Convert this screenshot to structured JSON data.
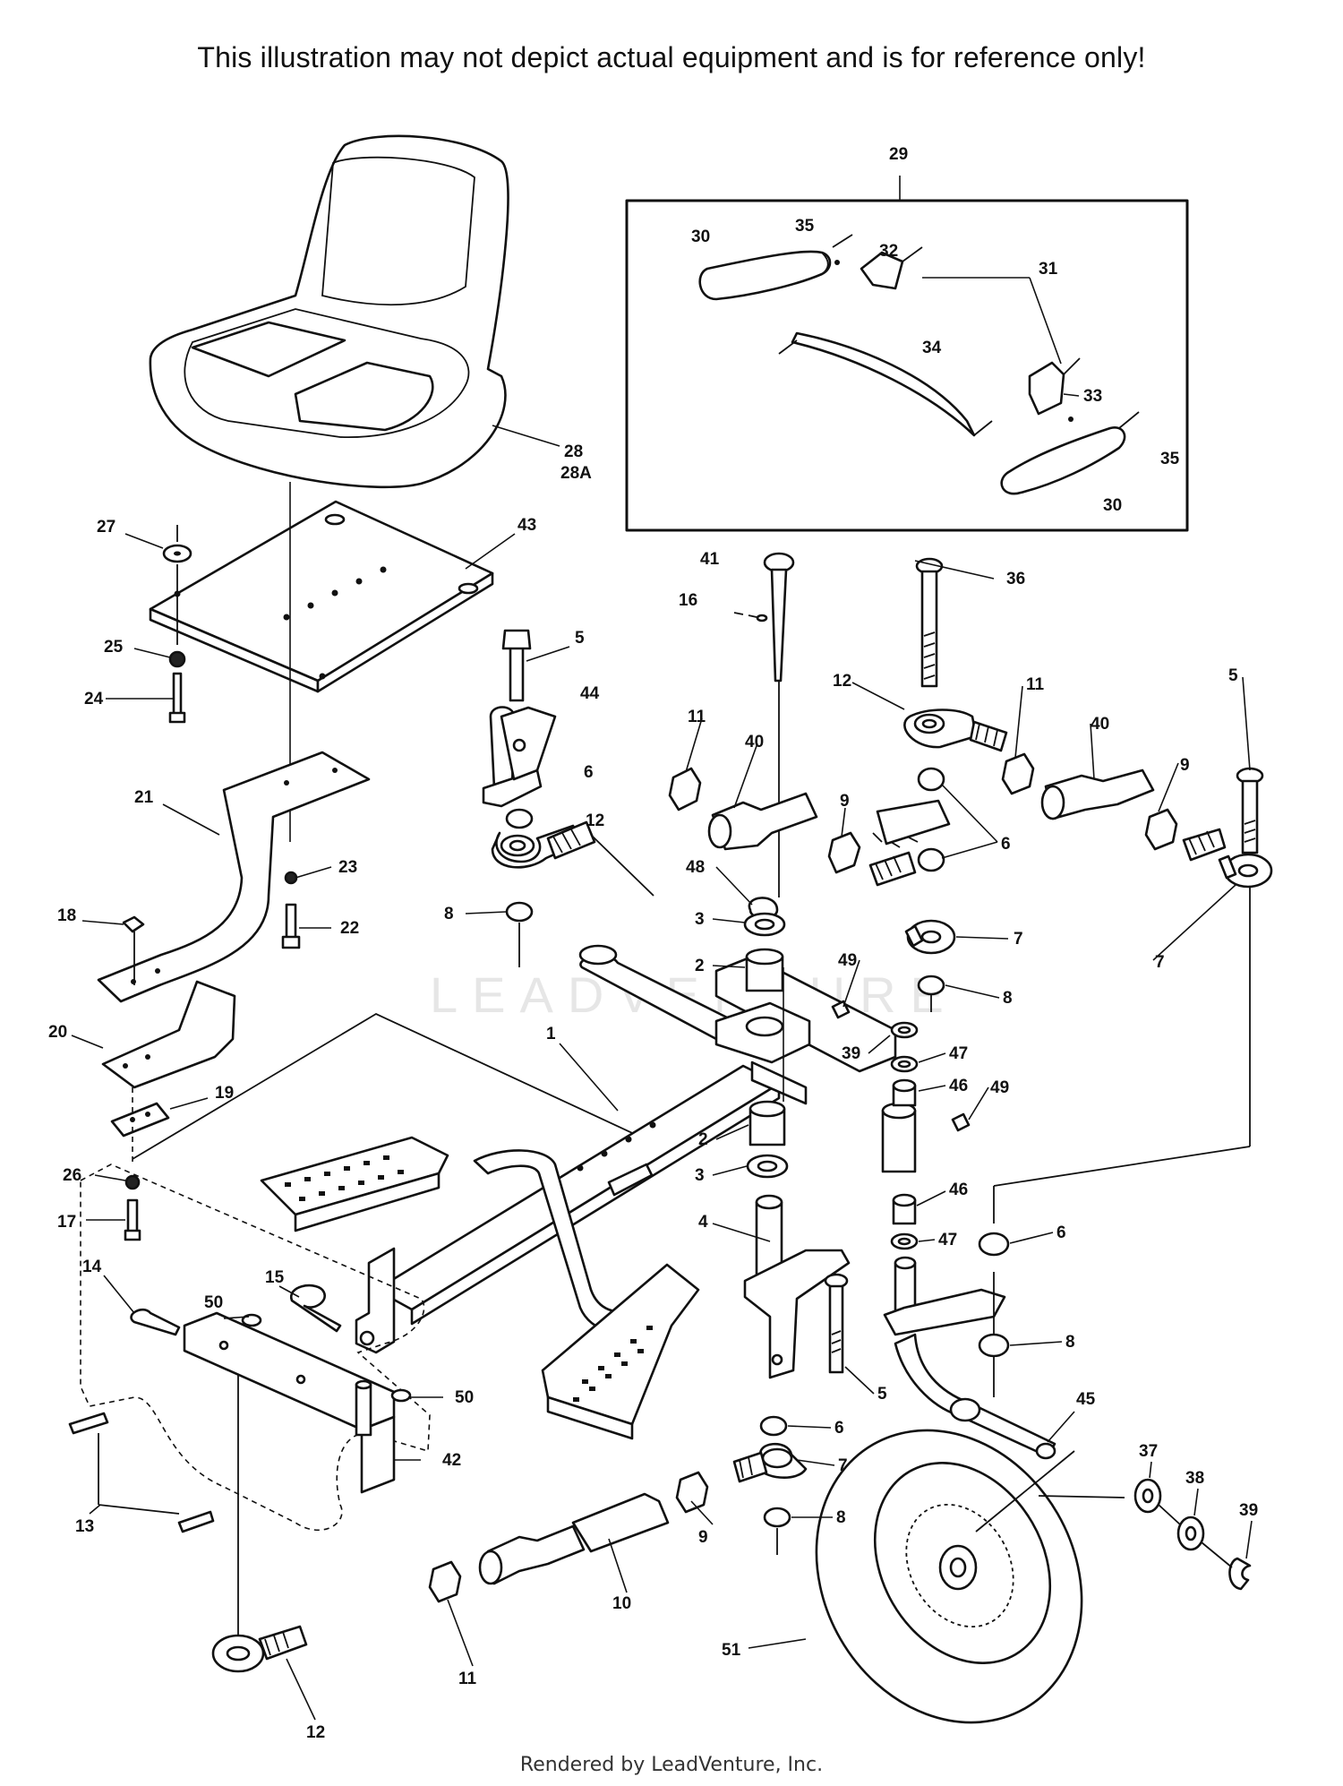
{
  "header": {
    "notice": "This illustration may not depict actual equipment and is for reference only!"
  },
  "footer": {
    "credit": "Rendered by LeadVenture, Inc."
  },
  "watermark": {
    "text": "LEADVENTURE"
  },
  "colors": {
    "line": "#111111",
    "background": "#ffffff",
    "watermark": "#e6e6e6"
  },
  "callouts": [
    {
      "id": "c29",
      "text": "29"
    },
    {
      "id": "c30a",
      "text": "30"
    },
    {
      "id": "c35a",
      "text": "35"
    },
    {
      "id": "c32",
      "text": "32"
    },
    {
      "id": "c31",
      "text": "31"
    },
    {
      "id": "c34",
      "text": "34"
    },
    {
      "id": "c33",
      "text": "33"
    },
    {
      "id": "c35b",
      "text": "35"
    },
    {
      "id": "c30b",
      "text": "30"
    },
    {
      "id": "c28",
      "text": "28"
    },
    {
      "id": "c28a",
      "text": "28A"
    },
    {
      "id": "c27",
      "text": "27"
    },
    {
      "id": "c43",
      "text": "43"
    },
    {
      "id": "c25",
      "text": "25"
    },
    {
      "id": "c24",
      "text": "24"
    },
    {
      "id": "c5a",
      "text": "5"
    },
    {
      "id": "c44",
      "text": "44"
    },
    {
      "id": "c6a",
      "text": "6"
    },
    {
      "id": "c12a",
      "text": "12"
    },
    {
      "id": "c8a",
      "text": "8"
    },
    {
      "id": "c21",
      "text": "21"
    },
    {
      "id": "c23",
      "text": "23"
    },
    {
      "id": "c22",
      "text": "22"
    },
    {
      "id": "c18",
      "text": "18"
    },
    {
      "id": "c20",
      "text": "20"
    },
    {
      "id": "c19",
      "text": "19"
    },
    {
      "id": "c26",
      "text": "26"
    },
    {
      "id": "c17",
      "text": "17"
    },
    {
      "id": "c41",
      "text": "41"
    },
    {
      "id": "c16",
      "text": "16"
    },
    {
      "id": "c36",
      "text": "36"
    },
    {
      "id": "c12b",
      "text": "12"
    },
    {
      "id": "c11a",
      "text": "11"
    },
    {
      "id": "c40a",
      "text": "40"
    },
    {
      "id": "c11b",
      "text": "11"
    },
    {
      "id": "c40b",
      "text": "40"
    },
    {
      "id": "c5b",
      "text": "5"
    },
    {
      "id": "c9a",
      "text": "9"
    },
    {
      "id": "c6b",
      "text": "6"
    },
    {
      "id": "c9b",
      "text": "9"
    },
    {
      "id": "c48",
      "text": "48"
    },
    {
      "id": "c3a",
      "text": "3"
    },
    {
      "id": "c2a",
      "text": "2"
    },
    {
      "id": "c7a",
      "text": "7"
    },
    {
      "id": "c7b",
      "text": "7"
    },
    {
      "id": "c49a",
      "text": "49"
    },
    {
      "id": "c8b",
      "text": "8"
    },
    {
      "id": "c1",
      "text": "1"
    },
    {
      "id": "c39a",
      "text": "39"
    },
    {
      "id": "c47a",
      "text": "47"
    },
    {
      "id": "c46a",
      "text": "46"
    },
    {
      "id": "c49b",
      "text": "49"
    },
    {
      "id": "c2b",
      "text": "2"
    },
    {
      "id": "c3b",
      "text": "3"
    },
    {
      "id": "c46b",
      "text": "46"
    },
    {
      "id": "c4",
      "text": "4"
    },
    {
      "id": "c47b",
      "text": "47"
    },
    {
      "id": "c6c",
      "text": "6"
    },
    {
      "id": "c15",
      "text": "15"
    },
    {
      "id": "c14",
      "text": "14"
    },
    {
      "id": "c50a",
      "text": "50"
    },
    {
      "id": "c8c",
      "text": "8"
    },
    {
      "id": "c5c",
      "text": "5"
    },
    {
      "id": "c50b",
      "text": "50"
    },
    {
      "id": "c45",
      "text": "45"
    },
    {
      "id": "c42",
      "text": "42"
    },
    {
      "id": "c6d",
      "text": "6"
    },
    {
      "id": "c7c",
      "text": "7"
    },
    {
      "id": "c37",
      "text": "37"
    },
    {
      "id": "c38",
      "text": "38"
    },
    {
      "id": "c39b",
      "text": "39"
    },
    {
      "id": "c13",
      "text": "13"
    },
    {
      "id": "c8d",
      "text": "8"
    },
    {
      "id": "c9c",
      "text": "9"
    },
    {
      "id": "c10",
      "text": "10"
    },
    {
      "id": "c11c",
      "text": "11"
    },
    {
      "id": "c51",
      "text": "51"
    },
    {
      "id": "c12c",
      "text": "12"
    }
  ]
}
